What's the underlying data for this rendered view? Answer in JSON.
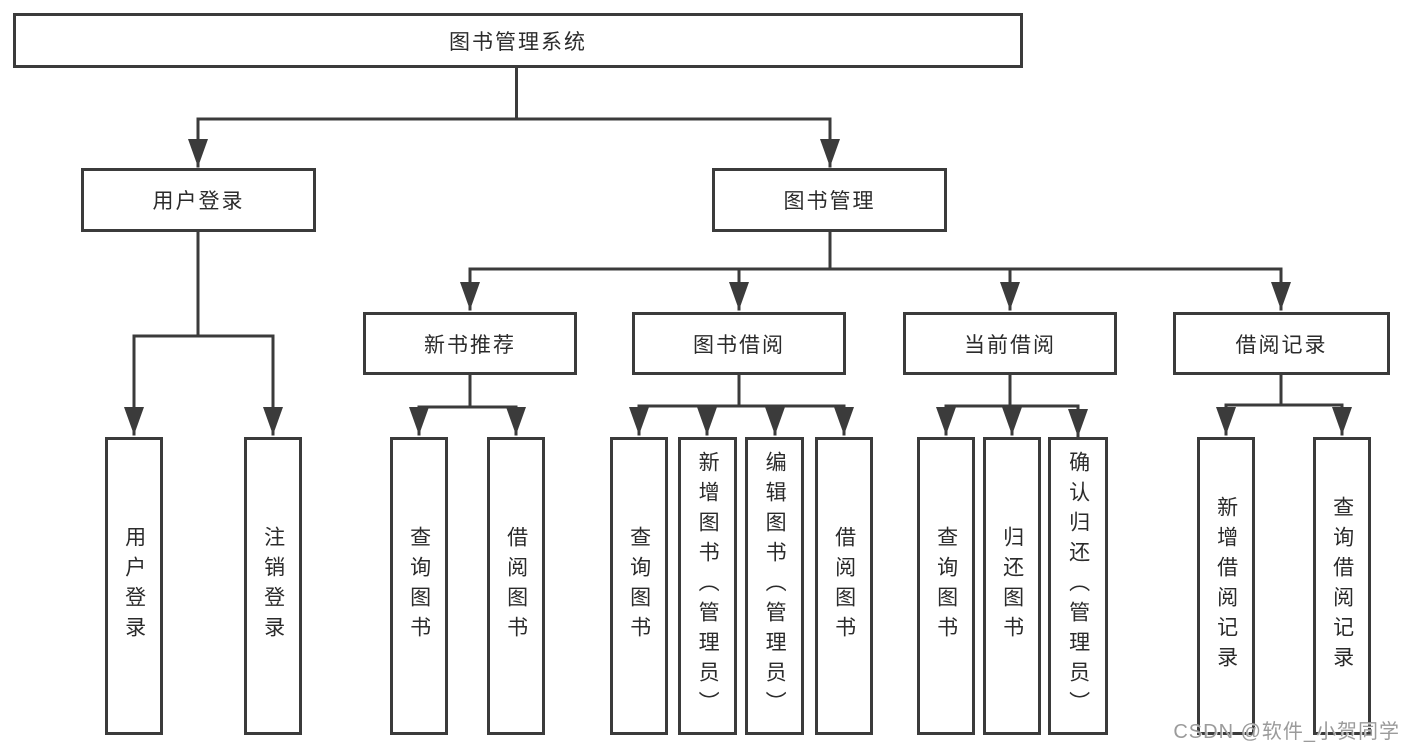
{
  "colors": {
    "line": "#3b3b3b",
    "box_background": "#ffffff",
    "text": "#2b2b2b",
    "watermark": "#9b9b9b"
  },
  "watermark": {
    "text": "CSDN @软件_小贺同学"
  },
  "tree": {
    "root": {
      "label": "图书管理系统"
    },
    "level1": [
      {
        "label": "用户登录",
        "children": [
          {
            "label": "用户登录"
          },
          {
            "label": "注销登录"
          }
        ]
      },
      {
        "label": "图书管理",
        "children": [
          {
            "label": "新书推荐",
            "children": [
              {
                "label": "查询图书"
              },
              {
                "label": "借阅图书"
              }
            ]
          },
          {
            "label": "图书借阅",
            "children": [
              {
                "label": "查询图书"
              },
              {
                "label": "新增图书（管理员）"
              },
              {
                "label": "编辑图书（管理员）"
              },
              {
                "label": "借阅图书"
              }
            ]
          },
          {
            "label": "当前借阅",
            "children": [
              {
                "label": "查询图书"
              },
              {
                "label": "归还图书"
              },
              {
                "label": "确认归还（管理员）"
              }
            ]
          },
          {
            "label": "借阅记录",
            "children": [
              {
                "label": "新增借阅记录"
              },
              {
                "label": "查询借阅记录"
              }
            ]
          }
        ]
      }
    ]
  }
}
